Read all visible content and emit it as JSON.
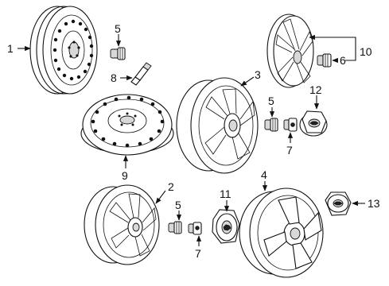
{
  "diagram": {
    "callouts": [
      {
        "id": "c1",
        "text": "1"
      },
      {
        "id": "c2",
        "text": "2"
      },
      {
        "id": "c3",
        "text": "3"
      },
      {
        "id": "c4",
        "text": "4"
      },
      {
        "id": "c5a",
        "text": "5"
      },
      {
        "id": "c5b",
        "text": "5"
      },
      {
        "id": "c5c",
        "text": "5"
      },
      {
        "id": "c6",
        "text": "6"
      },
      {
        "id": "c7a",
        "text": "7"
      },
      {
        "id": "c7b",
        "text": "7"
      },
      {
        "id": "c8",
        "text": "8"
      },
      {
        "id": "c9",
        "text": "9"
      },
      {
        "id": "c10",
        "text": "10"
      },
      {
        "id": "c11",
        "text": "11"
      },
      {
        "id": "c12",
        "text": "12"
      },
      {
        "id": "c13",
        "text": "13"
      }
    ]
  }
}
